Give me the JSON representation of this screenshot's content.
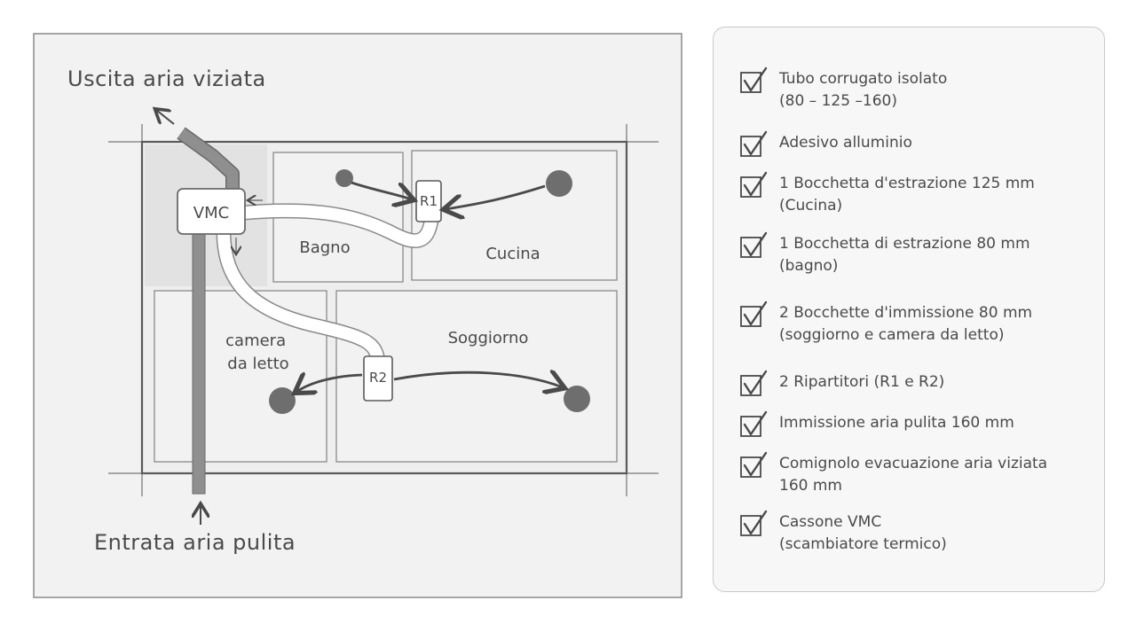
{
  "labels": {
    "exhaust_out": "Uscita aria viziata",
    "fresh_in": "Entrata aria pulita",
    "vmc": "VMC",
    "r1": "R1",
    "r2": "R2"
  },
  "rooms": {
    "bagno": "Bagno",
    "cucina": "Cucina",
    "camera": "camera\nda letto",
    "soggiorno": "Soggiorno"
  },
  "checklist": [
    {
      "text": "Tubo corrugato isolato\n(80 – 125 –160)",
      "icon": "checkmark-box-icon"
    },
    {
      "text": "Adesivo alluminio",
      "icon": "checkmark-box-icon"
    },
    {
      "text": "1 Bocchetta d'estrazione 125 mm\n(Cucina)",
      "icon": "checkmark-box-icon"
    },
    {
      "text": "1 Bocchetta di estrazione 80 mm\n(bagno)",
      "icon": "checkmark-box-icon"
    },
    {
      "text": "2 Bocchette d'immissione 80 mm\n(soggiorno e camera da letto)",
      "icon": "checkmark-box-icon"
    },
    {
      "text": "2 Ripartitori (R1 e R2)",
      "icon": "checkmark-box-icon"
    },
    {
      "text": "Immissione aria pulita 160 mm",
      "icon": "checkmark-box-icon"
    },
    {
      "text": "Comignolo evacuazione aria viziata\n160 mm",
      "icon": "checkmark-box-icon"
    },
    {
      "text": "Cassone VMC\n(scambiatore termico)",
      "icon": "checkmark-box-icon"
    }
  ],
  "colors": {
    "paper": "#f2f2f2",
    "line": "#4a4a4a",
    "duct": "#8f8f8f",
    "vent": "#6e6e6e"
  }
}
